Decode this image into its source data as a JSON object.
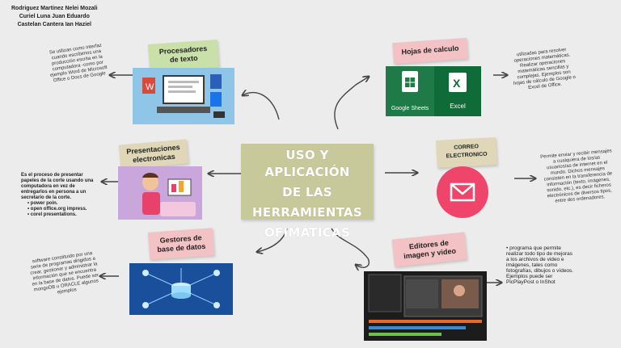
{
  "authors": [
    "Rodriguez Martinez Nelei Mozali",
    "Curiel Luna Juan Eduardo",
    "Castelan Cantera Ian Haziel"
  ],
  "central": {
    "line1": "USO Y APLICACIÓN",
    "line2": "DE LAS",
    "line3": "HERRAMIENTAS",
    "line4": "OFIMÁTICAS"
  },
  "nodes": {
    "processors": {
      "title_line1": "Procesadores",
      "title_line2": "de texto",
      "note": "Se utilizan como interfaz cuando escribimos una producción escrita en la computadora -como por ejemplo Word de Microsoft Office o Docs de Google"
    },
    "spreadsheets": {
      "title": "Hojas de calculo",
      "note": "utilizadas para resolver operaciones matemáticas. Realizar operaciones matemáticas sencillas y complejas. Ejemplos son hojas de cálculo de Google o Excel de Office.",
      "sheets_label": "Google Sheets",
      "excel_label": "Excel"
    },
    "presentations": {
      "title_line1": "Presentaciones",
      "title_line2": "electronicas",
      "note_intro": "Es el proceso de presentar papeles de la corte usando una computadora en vez de entregarlos en persona a un secretario de la corte.",
      "bullets": [
        "power poin.",
        "open office.org impress.",
        "corel presentations."
      ]
    },
    "email": {
      "title_line1": "CORREO",
      "title_line2": "ELECTRONICO",
      "note": "Permite enviar y recibir mensajes a cualquiera de los/as usuarios/as de internet en el mundo. Dichos mensajes consisten en la transferencia de información (texto, imágenes, sonido, etc.), es decir ficheros electrónicos de diversos tipos, entre dos ordenadores."
    },
    "databases": {
      "title_line1": "Gestores de",
      "title_line2": "base de datos",
      "note": "software constituido por una serie de programas dirigidos a crear, gestionar y administrar la información que se encuentra en la base de datos. Puede ser mongoDB u ORACLE algunos ejemplos"
    },
    "editors": {
      "title_line1": "Editores de",
      "title_line2": "imagen y video",
      "bullet": "programa que permite realizar todo tipo de mejoras a los archivos de video e imágenes, tales como fotografías, dibujos o vídeos. Ejemplos puede ser PicPlayPost o InShot"
    }
  },
  "colors": {
    "background": "#ececec",
    "central": "#c7c99b",
    "tag_green": "#c9e0a8",
    "tag_pink": "#f2c2c4",
    "tag_cream": "#dfd7b8",
    "tag_teal": "#c9e0cf",
    "sheets_green": "#1e7a46",
    "excel_green": "#0f6b38",
    "email_pink": "#f0456b",
    "tech_blue": "#8fc6e8"
  }
}
